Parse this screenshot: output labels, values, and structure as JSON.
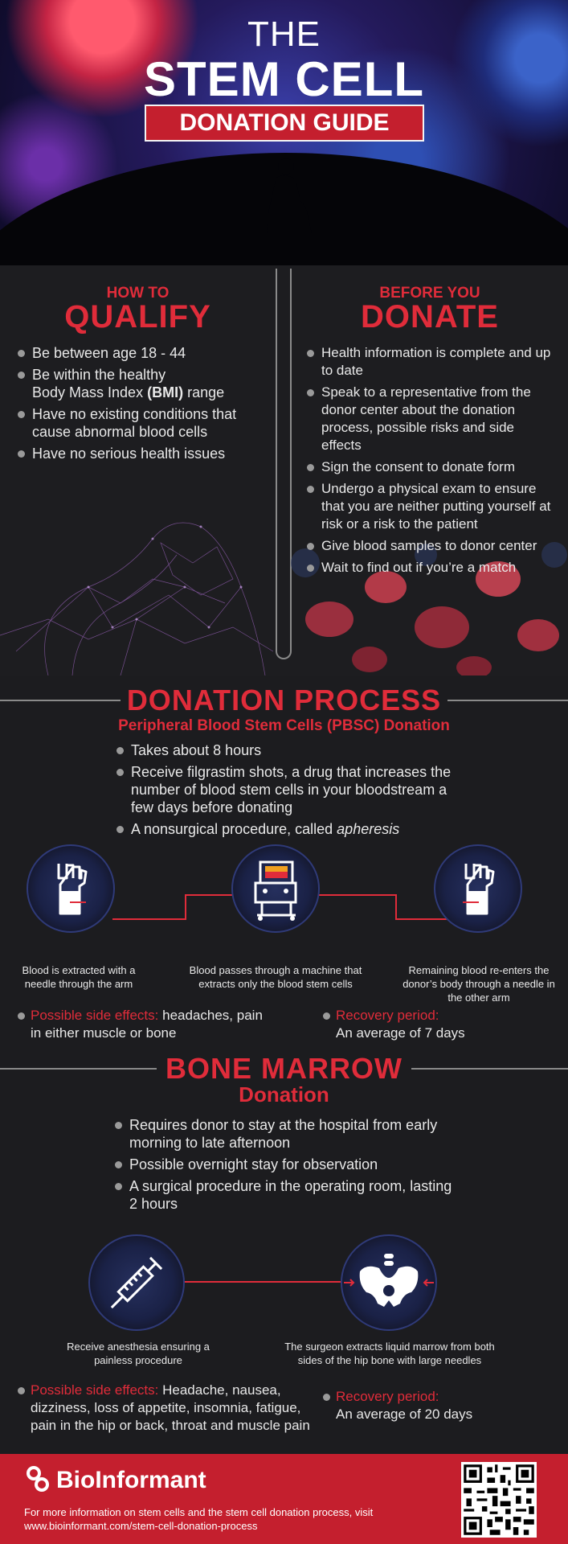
{
  "hero": {
    "line1": "THE",
    "line2": "STEM CELL",
    "line3": "DONATION GUIDE"
  },
  "qualify": {
    "small": "HOW TO",
    "big": "QUALIFY",
    "items": [
      "Be between age 18 - 44",
      "Be within the healthy",
      "Body Mass Index",
      "(BMI)",
      "range",
      "Have no existing conditions that cause abnormal blood cells",
      "Have no serious health issues"
    ]
  },
  "before": {
    "small": "BEFORE YOU",
    "big": "DONATE",
    "items": [
      "Health information is complete and up to date",
      "Speak to a representative from the donor center about the donation process, possible risks and side effects",
      "Sign the consent to donate form",
      "Undergo a physical exam to ensure that you are neither putting yourself at risk or a risk to the patient",
      "Give blood samples to donor center",
      "Wait to find out if you’re a match"
    ]
  },
  "process": {
    "title": "DONATION PROCESS",
    "subtitle": "Peripheral Blood Stem Cells (PBSC) Donation",
    "items": [
      "Takes about 8 hours",
      "Receive filgrastim shots, a drug that increases the number of blood stem cells in your bloodstream a few days before donating",
      "A nonsurgical procedure, called",
      "apheresis"
    ],
    "captions": [
      "Blood is extracted with a needle through the arm",
      "Blood passes through a machine that extracts only the blood stem cells",
      "Remaining blood re-enters the donor’s body through a needle in the other arm"
    ],
    "side_label": "Possible side effects:",
    "side_text": "headaches, pain in either muscle or bone",
    "recovery_label": "Recovery period:",
    "recovery_text": "An average of 7 days"
  },
  "marrow": {
    "title": "BONE MARROW",
    "subtitle": "Donation",
    "items": [
      "Requires donor to stay at the hospital from early morning to late afternoon",
      "Possible overnight stay for observation",
      "A surgical procedure in the operating room, lasting 2 hours"
    ],
    "captions": [
      "Receive anesthesia ensuring a painless procedure",
      "The surgeon extracts liquid marrow from both sides of the hip bone with large needles"
    ],
    "side_label": "Possible side effects:",
    "side_text": "Headache, nausea, dizziness, loss of appetite, insomnia, fatigue, pain in the hip or back, throat and muscle pain",
    "recovery_label": "Recovery period:",
    "recovery_text": "An average of 20 days"
  },
  "footer": {
    "brand": "BioInformant",
    "text": "For more information on stem cells and the stem cell donation process, visit www.bioinformant.com/stem-cell-donation-process"
  },
  "colors": {
    "accent_red": "#e02c3a",
    "banner_red": "#c41f2e",
    "background": "#1d1d20"
  }
}
